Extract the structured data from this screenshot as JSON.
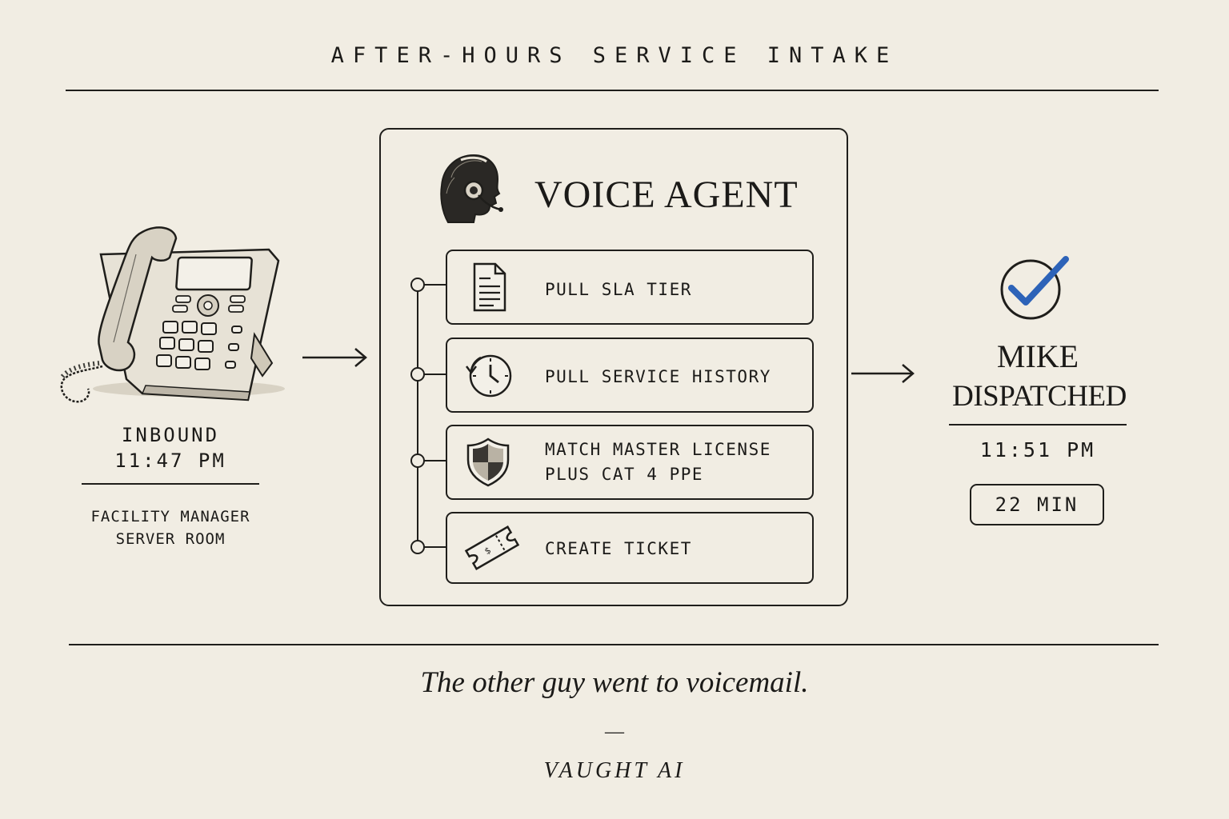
{
  "header": {
    "title": "AFTER-HOURS SERVICE INTAKE"
  },
  "inbound": {
    "label": "INBOUND",
    "time": "11:47 PM",
    "caller_role": "FACILITY MANAGER",
    "caller_location": "SERVER ROOM",
    "icon": "desk-phone-icon"
  },
  "agent": {
    "title": "VOICE AGENT",
    "icon": "headset-agent-icon",
    "steps": [
      {
        "label": "PULL SLA TIER",
        "icon": "document-icon"
      },
      {
        "label": "PULL SERVICE HISTORY",
        "icon": "clock-history-icon"
      },
      {
        "label": "MATCH MASTER LICENSE\nPLUS CAT 4 PPE",
        "icon": "shield-icon"
      },
      {
        "label": "CREATE TICKET",
        "icon": "ticket-icon"
      }
    ]
  },
  "dispatch": {
    "technician": "MIKE",
    "status": "DISPATCHED",
    "time": "11:51 PM",
    "duration": "22 MIN",
    "icon": "checkmark-circle-icon",
    "accent_color": "#2d63b8"
  },
  "footer": {
    "tagline": "The other guy went to voicemail.",
    "separator": "—",
    "brand": "VAUGHT AI"
  }
}
